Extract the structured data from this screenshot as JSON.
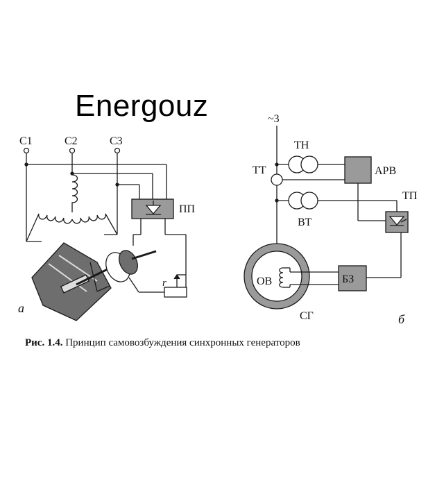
{
  "watermark": "Energouz",
  "labels": {
    "c1": "C1",
    "c2": "C2",
    "c3": "C3",
    "pp": "ПП",
    "r": "r",
    "part_a": "а",
    "three_phase": "~3",
    "tn": "ТН",
    "tt": "ТТ",
    "arv": "АРВ",
    "tp": "ТП",
    "vt": "ВТ",
    "ov": "ОВ",
    "bz": "БЗ",
    "sg": "СГ",
    "part_b": "б"
  },
  "caption": {
    "number": "Рис. 1.4.",
    "text": " Принцип самовозбуждения синхронных генераторов"
  },
  "colors": {
    "line": "#1a1a1a",
    "box_fill": "#9a9a9a",
    "machine_fill": "#6e6e6e"
  }
}
